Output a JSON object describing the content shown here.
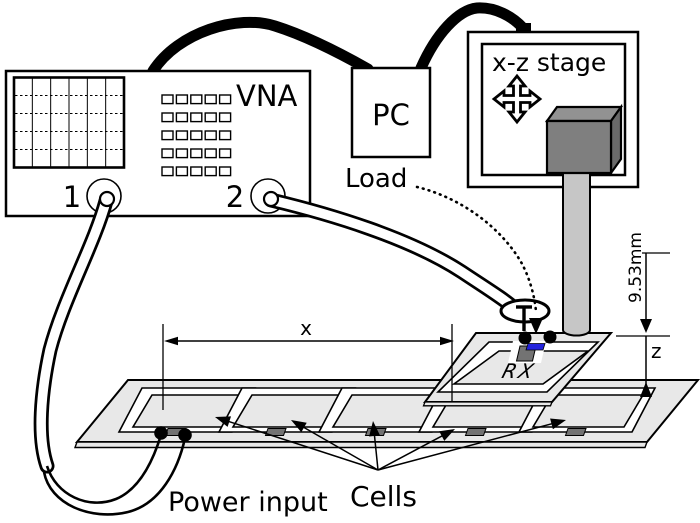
{
  "labels": {
    "vna": "VNA",
    "port1": "1",
    "port2": "2",
    "pc": "PC",
    "stage": "x-z stage",
    "load": "Load",
    "rx": "RX",
    "cells": "Cells",
    "power_input": "Power input",
    "dim_x": "x",
    "dim_z": "z",
    "dim_height": "9.53mm"
  },
  "cells": {
    "count": 5
  },
  "icons": {
    "move_icon": "four-way-move-arrows",
    "press_arrow": "down-arrow",
    "load_pointer": "dotted-arrow"
  },
  "colors": {
    "board": "#e8e8e8",
    "cube_front": "#7f7f7f",
    "cube_top": "#929292",
    "cube_side": "#6a6a6a",
    "rod": "#c6c6c6",
    "tab": "#737373",
    "load_chip": "#2222dd",
    "stroke": "#000000"
  }
}
